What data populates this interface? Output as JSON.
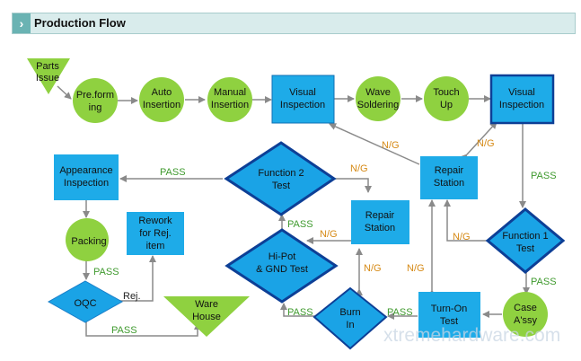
{
  "header": {
    "title": "Production Flow"
  },
  "nodes": {
    "parts_issue": [
      "Parts",
      "Issue"
    ],
    "preforming": [
      "Pre.form",
      "ing"
    ],
    "auto_insertion": [
      "Auto",
      "Insertion"
    ],
    "manual_insertion": [
      "Manual",
      "Insertion"
    ],
    "visual_inspection_1": [
      "Visual",
      "Inspection"
    ],
    "wave_soldering": [
      "Wave",
      "Soldering"
    ],
    "touch_up": [
      "Touch",
      "Up"
    ],
    "visual_inspection_2": [
      "Visual",
      "Inspection"
    ],
    "appearance_inspection": [
      "Appearance",
      "Inspection"
    ],
    "function_2_test": [
      "Function 2",
      "Test"
    ],
    "repair_station_1": [
      "Repair",
      "Station"
    ],
    "repair_station_2": [
      "Repair",
      "Station"
    ],
    "rework": [
      "Rework",
      "for Rej.",
      "item"
    ],
    "packing": [
      "Packing"
    ],
    "hipot_test": [
      "Hi-Pot",
      "& GND Test"
    ],
    "function_1_test": [
      "Function 1",
      "Test"
    ],
    "oqc": [
      "OQC"
    ],
    "ware_house": [
      "Ware",
      "House"
    ],
    "burn_in": [
      "Burn",
      "In"
    ],
    "turn_on_test": [
      "Turn-On",
      "Test"
    ],
    "case_assy": [
      "Case",
      "A'ssy"
    ]
  },
  "labels": {
    "pass_appearance": "PASS",
    "ng_repair1_top": "N/G",
    "ng_repair1_left": "N/G",
    "ng_vi2": "N/G",
    "ng_vi1": "N/G",
    "pass_vi2": "PASS",
    "pass_f2": "PASS",
    "ng_hipot": "N/G",
    "ng_func1": "N/G",
    "ng_burnin": "N/G",
    "ng_turnon": "N/G",
    "pass_packing": "PASS",
    "pass_func1": "PASS",
    "rej": "Rej.",
    "pass_burnin": "PASS",
    "pass_turnon": "PASS",
    "pass_oqc": "PASS"
  },
  "watermark": "xtremehardware.com",
  "colors": {
    "circle_green": "#8fd140",
    "box_blue": "#1eabe8",
    "diamond_blue": "#1aa3e6",
    "diamond_border": "#0d3f96",
    "arrow_gray": "#8a8a8a",
    "pass_green": "#3f9a2e",
    "ng_orange": "#d68a16"
  }
}
